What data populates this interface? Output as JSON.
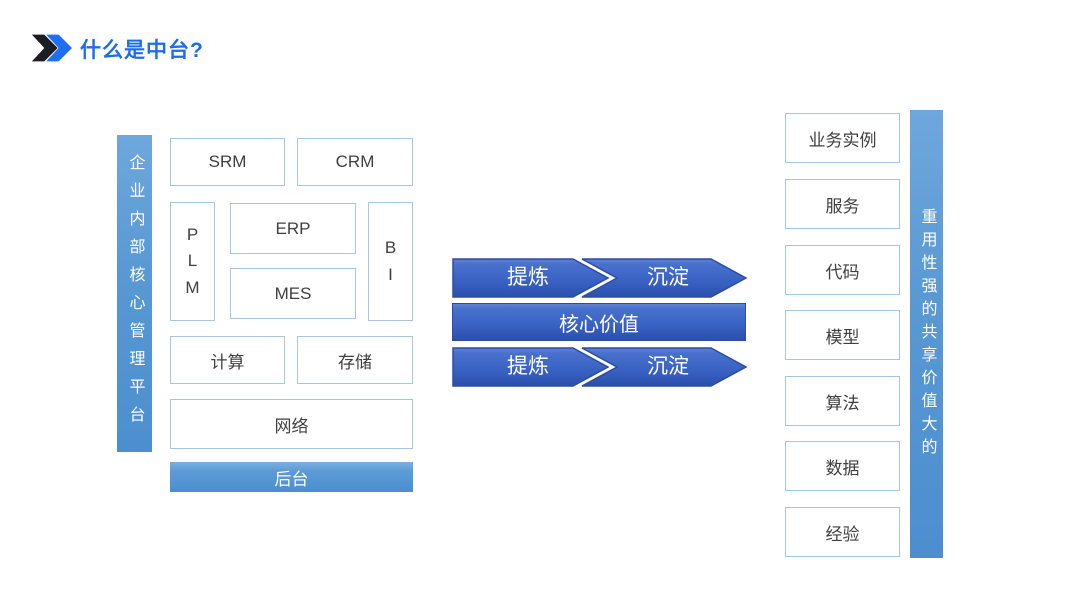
{
  "header": {
    "title": "什么是中台?"
  },
  "icon": {
    "name": "double-chevron-icon",
    "dark_color": "#1c1d22",
    "blue_color": "#1e6ff0"
  },
  "colors": {
    "title_blue": "#1d6ceb",
    "side_bar_blue": "#5b9bd5",
    "arrow_gradient_top": "#5e82d6",
    "arrow_gradient_bottom": "#2b50ac",
    "arrow_border": "#2b4da3",
    "box_border": "#a6c6e3",
    "box_text": "#3f3f3f"
  },
  "left_panel": {
    "side_label": "企业内部核心管理平台",
    "boxes": {
      "srm": "SRM",
      "crm": "CRM",
      "plm": "PLM",
      "erp": "ERP",
      "mes": "MES",
      "bi": "BI",
      "compute": "计算",
      "storage": "存储",
      "network": "网络"
    },
    "footer_label": "后台"
  },
  "middle": {
    "core_label": "核心价值",
    "rows": [
      {
        "step1": "提炼",
        "step2": "沉淀"
      },
      {
        "step1": "提炼",
        "step2": "沉淀"
      }
    ]
  },
  "right_panel": {
    "side_label": "重用性强的共享价值大的",
    "boxes": [
      "业务实例",
      "服务",
      "代码",
      "模型",
      "算法",
      "数据",
      "经验"
    ]
  }
}
